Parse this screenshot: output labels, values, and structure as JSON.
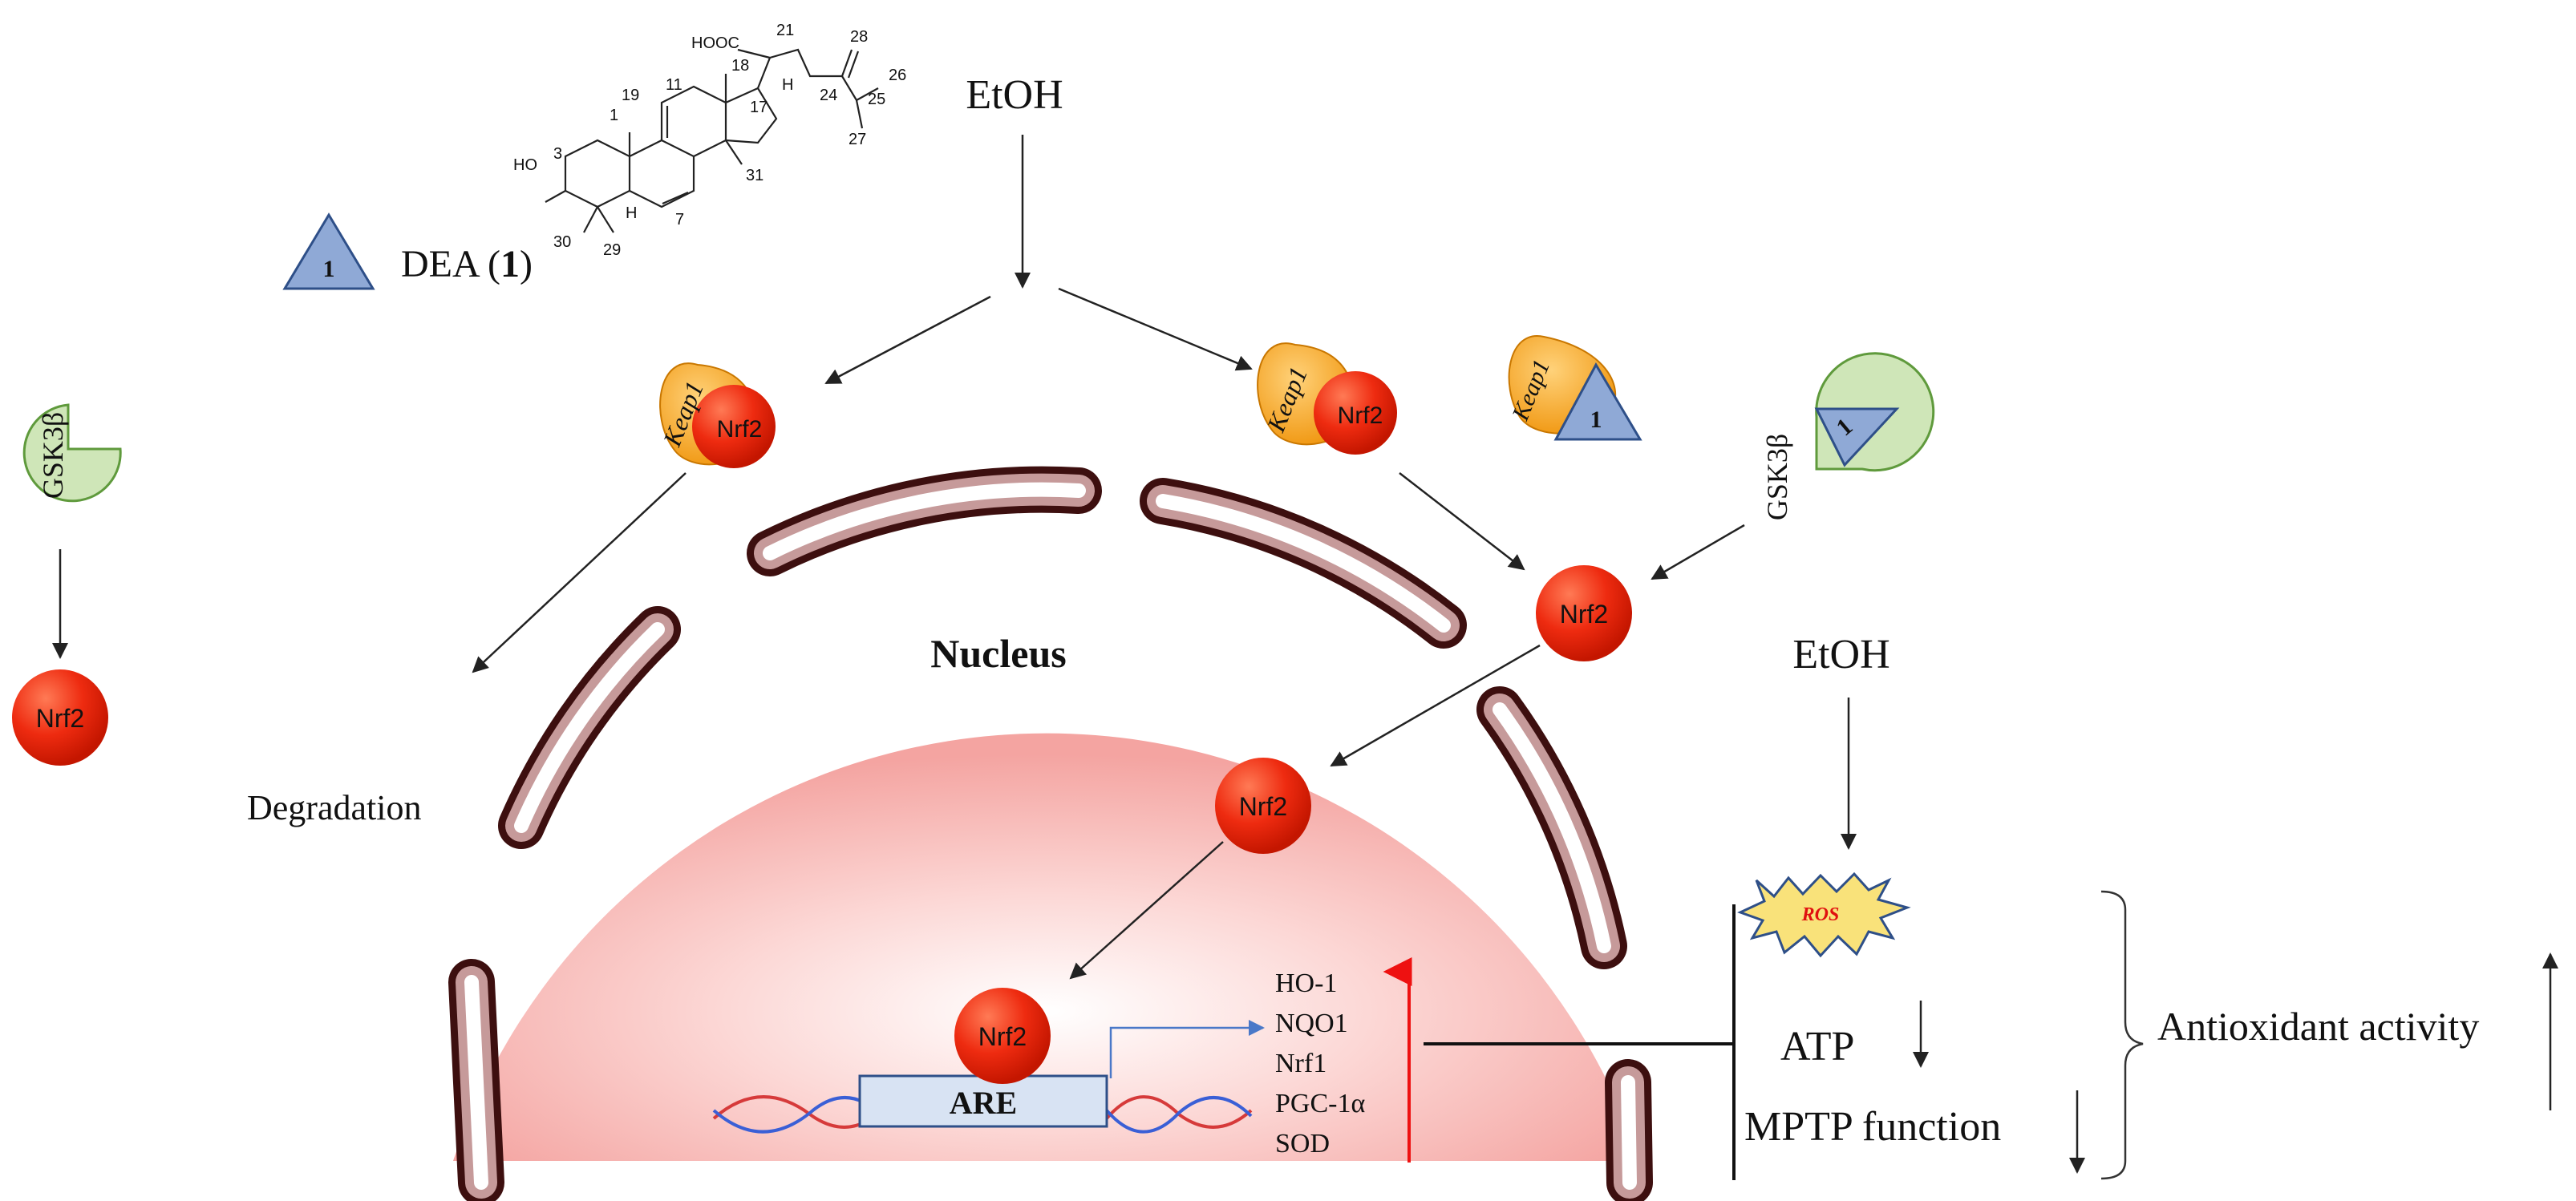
{
  "structure_labels": {
    "c1": "1",
    "c3": "3",
    "c7": "7",
    "c11": "11",
    "c17": "17",
    "c18": "18",
    "c19": "19",
    "c21": "21",
    "c24": "24",
    "c25": "25",
    "c26": "26",
    "c27": "27",
    "c28": "28",
    "c29": "29",
    "c30": "30",
    "c31": "31",
    "cooh": "HOOC",
    "ho": "HO",
    "h": "H"
  },
  "legend": {
    "symbol": "1",
    "name_prefix": "DEA (",
    "name_bold": "1",
    "name_suffix": ")"
  },
  "labels": {
    "etoh_top": "EtOH",
    "etoh_right": "EtOH",
    "nucleus": "Nucleus",
    "degradation": "Degradation",
    "keap1": "Keap1",
    "nrf2": "Nrf2",
    "gsk3b": "GSK3β",
    "compound": "1",
    "ros": "ROS",
    "are": "ARE",
    "atp": "ATP",
    "mptp": "MPTP function",
    "antioxidant": "Antioxidant activity"
  },
  "gene_list": [
    "HO-1",
    "NQO1",
    "Nrf1",
    "PGC-1α",
    "SOD"
  ],
  "colors": {
    "nrf2": "#ee2b10",
    "keap1": "#f5a623",
    "gsk3b": "#cfe6b8",
    "compound": "#8fa9d6",
    "are_box": "#d8e3f3",
    "ros": "#f9e27a",
    "up_arrow": "#ee1111"
  }
}
